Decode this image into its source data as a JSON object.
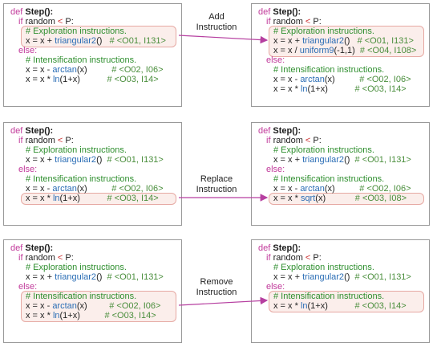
{
  "operations": [
    {
      "label_lines": [
        "Add",
        "Instruction"
      ],
      "before": [
        {
          "indent": 0,
          "parts": [
            [
              "kw",
              "def "
            ],
            [
              "df",
              "Step():"
            ]
          ]
        },
        {
          "indent": 1,
          "parts": [
            [
              "kw",
              "if "
            ],
            [
              "tx",
              "random "
            ],
            [
              "rd",
              "< "
            ],
            [
              "tx",
              "P:"
            ]
          ]
        },
        {
          "indent": 2,
          "hl": true,
          "parts": [
            [
              "cm",
              "# Exploration instructions."
            ]
          ]
        },
        {
          "indent": 2,
          "hl": true,
          "parts": [
            [
              "tx",
              "x = x + "
            ],
            [
              "fn",
              "triangular2"
            ],
            [
              "tx",
              "()   "
            ],
            [
              "tk",
              "# <O01, I131>"
            ]
          ]
        },
        {
          "indent": 1,
          "parts": [
            [
              "kw",
              "else:"
            ]
          ]
        },
        {
          "indent": 2,
          "parts": [
            [
              "cm",
              "# Intensification instructions."
            ]
          ]
        },
        {
          "indent": 2,
          "parts": [
            [
              "tx",
              "x = x - "
            ],
            [
              "fn",
              "arctan"
            ],
            [
              "tx",
              "(x)          "
            ],
            [
              "tk",
              "# <O02, I06>"
            ]
          ]
        },
        {
          "indent": 2,
          "parts": [
            [
              "tx",
              "x = x * "
            ],
            [
              "fn",
              "ln"
            ],
            [
              "tx",
              "(1+x)           "
            ],
            [
              "tk",
              "# <O03, I14>"
            ]
          ]
        }
      ],
      "after": [
        {
          "indent": 0,
          "parts": [
            [
              "kw",
              "def "
            ],
            [
              "df",
              "Step():"
            ]
          ]
        },
        {
          "indent": 1,
          "parts": [
            [
              "kw",
              "if "
            ],
            [
              "tx",
              "random "
            ],
            [
              "rd",
              "< "
            ],
            [
              "tx",
              "P:"
            ]
          ]
        },
        {
          "indent": 2,
          "hl": true,
          "parts": [
            [
              "cm",
              "# Exploration instructions."
            ]
          ]
        },
        {
          "indent": 2,
          "hl": true,
          "parts": [
            [
              "tx",
              "x = x + "
            ],
            [
              "fn",
              "triangular2"
            ],
            [
              "tx",
              "()   "
            ],
            [
              "tk",
              "# <O01, I131>"
            ]
          ]
        },
        {
          "indent": 2,
          "hl": true,
          "parts": [
            [
              "tx",
              "x = x / "
            ],
            [
              "fn",
              "uniform9"
            ],
            [
              "tx",
              "(-1,1)  "
            ],
            [
              "tk",
              "# <O04, I108>"
            ]
          ]
        },
        {
          "indent": 1,
          "parts": [
            [
              "kw",
              "else:"
            ]
          ]
        },
        {
          "indent": 2,
          "parts": [
            [
              "cm",
              "# Intensification instructions."
            ]
          ]
        },
        {
          "indent": 2,
          "parts": [
            [
              "tx",
              "x = x - "
            ],
            [
              "fn",
              "arctan"
            ],
            [
              "tx",
              "(x)          "
            ],
            [
              "tk",
              "# <O02, I06>"
            ]
          ]
        },
        {
          "indent": 2,
          "parts": [
            [
              "tx",
              "x = x * "
            ],
            [
              "fn",
              "ln"
            ],
            [
              "tx",
              "(1+x)           "
            ],
            [
              "tk",
              "# <O03, I14>"
            ]
          ]
        }
      ]
    },
    {
      "label_lines": [
        "Replace",
        "Instruction"
      ],
      "before": [
        {
          "indent": 0,
          "parts": [
            [
              "kw",
              "def "
            ],
            [
              "df",
              "Step():"
            ]
          ]
        },
        {
          "indent": 1,
          "parts": [
            [
              "kw",
              "if "
            ],
            [
              "tx",
              "random "
            ],
            [
              "rd",
              "< "
            ],
            [
              "tx",
              "P:"
            ]
          ]
        },
        {
          "indent": 2,
          "parts": [
            [
              "cm",
              "# Exploration instructions."
            ]
          ]
        },
        {
          "indent": 2,
          "parts": [
            [
              "tx",
              "x = x + "
            ],
            [
              "fn",
              "triangular2"
            ],
            [
              "tx",
              "()  "
            ],
            [
              "tk",
              "# <O01, I131>"
            ]
          ]
        },
        {
          "indent": 1,
          "parts": [
            [
              "kw",
              "else:"
            ]
          ]
        },
        {
          "indent": 2,
          "parts": [
            [
              "cm",
              "# Intensification instructions."
            ]
          ]
        },
        {
          "indent": 2,
          "parts": [
            [
              "tx",
              "x = x - "
            ],
            [
              "fn",
              "arctan"
            ],
            [
              "tx",
              "(x)          "
            ],
            [
              "tk",
              "# <O02, I06>"
            ]
          ]
        },
        {
          "indent": 2,
          "hl": true,
          "parts": [
            [
              "tx",
              "x = x * "
            ],
            [
              "fn",
              "ln"
            ],
            [
              "tx",
              "(1+x)           "
            ],
            [
              "tk",
              "# <O03, I14>"
            ]
          ]
        }
      ],
      "after": [
        {
          "indent": 0,
          "parts": [
            [
              "kw",
              "def "
            ],
            [
              "df",
              "Step():"
            ]
          ]
        },
        {
          "indent": 1,
          "parts": [
            [
              "kw",
              "if "
            ],
            [
              "tx",
              "random "
            ],
            [
              "rd",
              "< "
            ],
            [
              "tx",
              "P:"
            ]
          ]
        },
        {
          "indent": 2,
          "parts": [
            [
              "cm",
              "# Exploration instructions."
            ]
          ]
        },
        {
          "indent": 2,
          "parts": [
            [
              "tx",
              "x = x + "
            ],
            [
              "fn",
              "triangular2"
            ],
            [
              "tx",
              "()  "
            ],
            [
              "tk",
              "# <O01, I131>"
            ]
          ]
        },
        {
          "indent": 1,
          "parts": [
            [
              "kw",
              "else:"
            ]
          ]
        },
        {
          "indent": 2,
          "parts": [
            [
              "cm",
              "# Intensification instructions."
            ]
          ]
        },
        {
          "indent": 2,
          "parts": [
            [
              "tx",
              "x = x - "
            ],
            [
              "fn",
              "arctan"
            ],
            [
              "tx",
              "(x)          "
            ],
            [
              "tk",
              "# <O02, I06>"
            ]
          ]
        },
        {
          "indent": 2,
          "hl": true,
          "parts": [
            [
              "tx",
              "x = x * "
            ],
            [
              "fn",
              "sqrt"
            ],
            [
              "tx",
              "(x)            "
            ],
            [
              "tk",
              "# <O03, I08>"
            ]
          ]
        }
      ]
    },
    {
      "label_lines": [
        "Remove",
        "Instruction"
      ],
      "before": [
        {
          "indent": 0,
          "parts": [
            [
              "kw",
              "def "
            ],
            [
              "df",
              "Step():"
            ]
          ]
        },
        {
          "indent": 1,
          "parts": [
            [
              "kw",
              "if "
            ],
            [
              "tx",
              "random "
            ],
            [
              "rd",
              "< "
            ],
            [
              "tx",
              "P:"
            ]
          ]
        },
        {
          "indent": 2,
          "parts": [
            [
              "cm",
              "# Exploration instructions."
            ]
          ]
        },
        {
          "indent": 2,
          "parts": [
            [
              "tx",
              "x = x + "
            ],
            [
              "fn",
              "triangular2"
            ],
            [
              "tx",
              "()  "
            ],
            [
              "tk",
              "# <O01, I131>"
            ]
          ]
        },
        {
          "indent": 1,
          "parts": [
            [
              "kw",
              "else:"
            ]
          ]
        },
        {
          "indent": 2,
          "hl": true,
          "parts": [
            [
              "cm",
              "# Intensification instructions."
            ]
          ]
        },
        {
          "indent": 2,
          "hl": true,
          "parts": [
            [
              "tx",
              "x = x - "
            ],
            [
              "fn",
              "arctan"
            ],
            [
              "tx",
              "(x)         "
            ],
            [
              "tk",
              "# <O02, I06>"
            ]
          ]
        },
        {
          "indent": 2,
          "hl": true,
          "parts": [
            [
              "tx",
              "x = x * "
            ],
            [
              "fn",
              "ln"
            ],
            [
              "tx",
              "(1+x)          "
            ],
            [
              "tk",
              "# <O03, I14>"
            ]
          ]
        }
      ],
      "after": [
        {
          "indent": 0,
          "parts": [
            [
              "kw",
              "def "
            ],
            [
              "df",
              "Step():"
            ]
          ]
        },
        {
          "indent": 1,
          "parts": [
            [
              "kw",
              "if "
            ],
            [
              "tx",
              "random "
            ],
            [
              "rd",
              "< "
            ],
            [
              "tx",
              "P:"
            ]
          ]
        },
        {
          "indent": 2,
          "parts": [
            [
              "cm",
              "# Exploration instructions."
            ]
          ]
        },
        {
          "indent": 2,
          "parts": [
            [
              "tx",
              "x = x + "
            ],
            [
              "fn",
              "triangular2"
            ],
            [
              "tx",
              "()  "
            ],
            [
              "tk",
              "# <O01, I131>"
            ]
          ]
        },
        {
          "indent": 1,
          "parts": [
            [
              "kw",
              "else:"
            ]
          ]
        },
        {
          "indent": 2,
          "hl": true,
          "parts": [
            [
              "cm",
              "# Intensification instructions."
            ]
          ]
        },
        {
          "indent": 2,
          "hl": true,
          "parts": [
            [
              "tx",
              "x = x * "
            ],
            [
              "fn",
              "ln"
            ],
            [
              "tx",
              "(1+x)           "
            ],
            [
              "tk",
              "# <O03, I14>"
            ]
          ]
        }
      ]
    }
  ],
  "colors": {
    "keyword": "#c1399a",
    "comment": "#2f8f2f",
    "function": "#2a6db5",
    "tag": "#4a8e3c",
    "arrow": "#b63fa0",
    "highlight_fill": "#fbeeeb",
    "highlight_border": "#e6a9a3"
  }
}
